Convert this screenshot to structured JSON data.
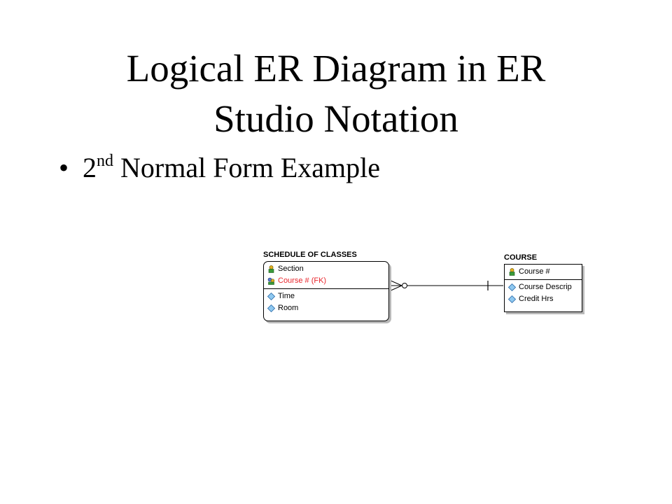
{
  "slide": {
    "title_line1": "Logical ER Diagram in ER",
    "title_line2": "Studio Notation",
    "bullet": {
      "text_main": "2",
      "text_sup": "nd",
      "text_rest": " Normal Form Example"
    }
  },
  "diagram": {
    "entity_left": {
      "name": "SCHEDULE OF CLASSES",
      "keys": [
        {
          "label": "Section",
          "icon": "primary-key-icon"
        },
        {
          "label": "Course # (FK)",
          "icon": "foreign-key-icon"
        }
      ],
      "attributes": [
        {
          "label": "Time",
          "icon": "attribute-diamond-icon"
        },
        {
          "label": "Room",
          "icon": "attribute-diamond-icon"
        }
      ]
    },
    "entity_right": {
      "name": "COURSE",
      "keys": [
        {
          "label": "Course #",
          "icon": "primary-key-icon"
        }
      ],
      "attributes": [
        {
          "label": "Course Descrip",
          "icon": "attribute-diamond-icon"
        },
        {
          "label": "Credit Hrs",
          "icon": "attribute-diamond-icon"
        }
      ]
    },
    "relationship": {
      "left_end": "zero-or-many",
      "right_end": "exactly-one"
    },
    "colors": {
      "fk_text": "#e8262c",
      "shadow": "#b8b8b8"
    }
  }
}
